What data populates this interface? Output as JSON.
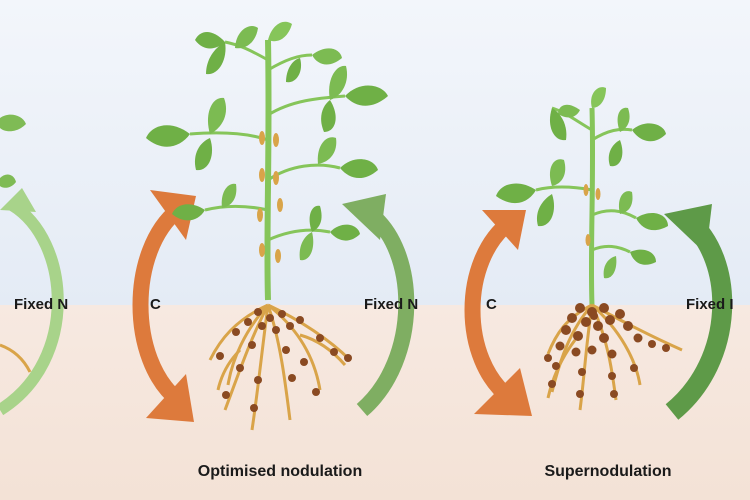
{
  "labels": {
    "panel_left": {
      "fixed_n": "Fixed N"
    },
    "panel_middle": {
      "c": "C",
      "fixed_n": "Fixed N",
      "caption": "Optimised nodulation"
    },
    "panel_right": {
      "c": "C",
      "fixed_n": "Fixed I",
      "caption": "Supernodulation"
    }
  },
  "colors": {
    "sky": "#e9eff7",
    "soil": "#f6e8df",
    "stem": "#86c55a",
    "leaf": "#6fb046",
    "leaf_light": "#a6d67e",
    "root": "#d9a449",
    "nodule": "#8a4a22",
    "arrow_c": "#dd7a3c",
    "arrow_n_light": "#a8d38a",
    "arrow_n_mid": "#7fae62",
    "arrow_n_dark": "#5e9a48"
  }
}
